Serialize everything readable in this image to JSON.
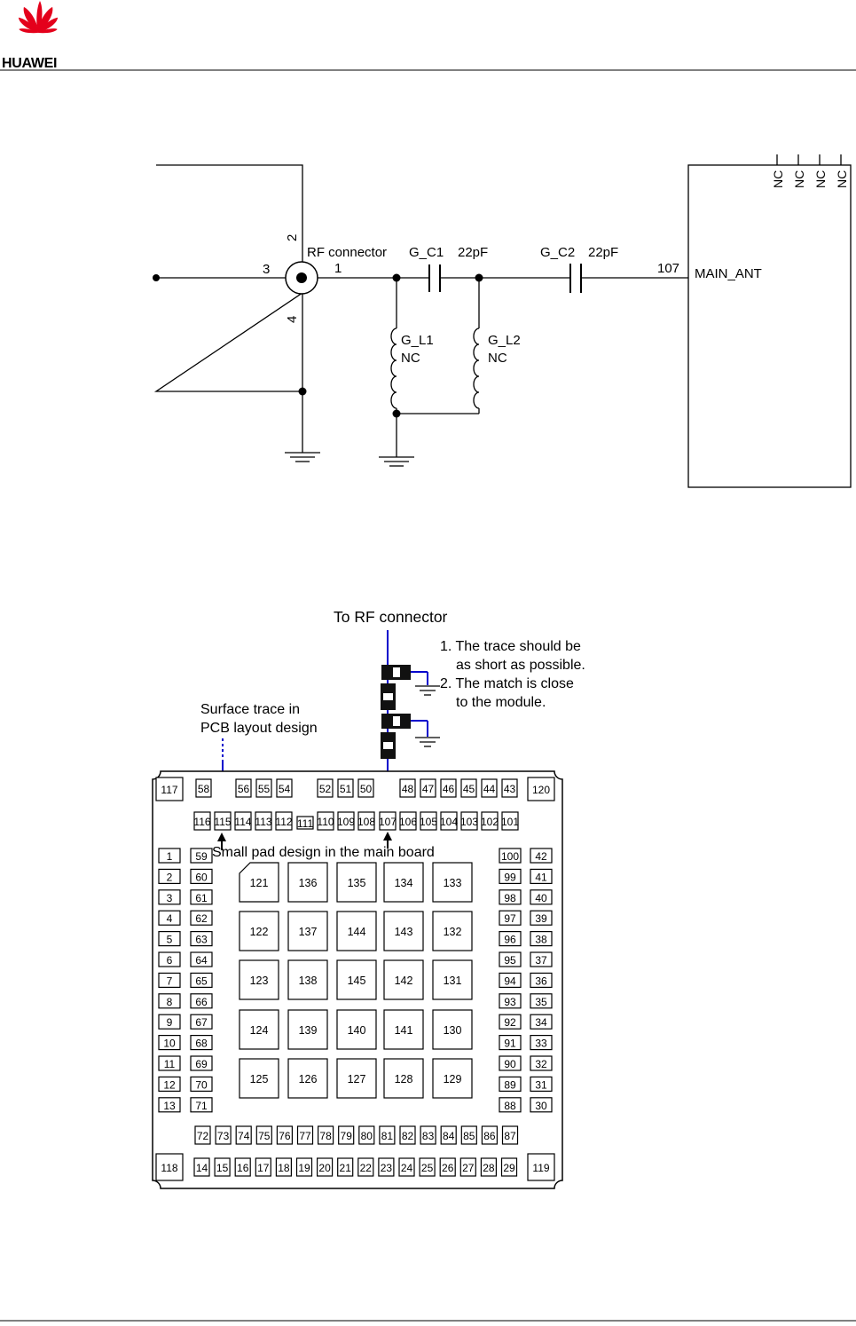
{
  "brand": {
    "name": "HUAWEI",
    "logo_color": "#e4001b"
  },
  "schematic": {
    "connector_label": "RF connector",
    "connector_pins": {
      "pin1": "1",
      "pin2": "2",
      "pin3": "3",
      "pin4": "4"
    },
    "cap1": {
      "name": "G_C1",
      "value": "22pF"
    },
    "cap2": {
      "name": "G_C2",
      "value": "22pF"
    },
    "ind1": {
      "name": "G_L1",
      "value": "NC"
    },
    "ind2": {
      "name": "G_L2",
      "value": "NC"
    },
    "module_pin": "107",
    "module_net": "MAIN_ANT",
    "nc_labels": [
      "NC",
      "NC",
      "NC",
      "NC"
    ]
  },
  "layout": {
    "to_rf": "To RF connector",
    "notes": [
      "1. The trace should be",
      "as short as possible.",
      "2. The match is close",
      "to the module."
    ],
    "surface_trace": [
      "Surface trace in",
      "PCB layout design"
    ],
    "small_pad": "Small  pad design in the main board",
    "trace_color": "#0000cc",
    "pads": {
      "top_row": [
        "117",
        "58",
        "56",
        "55",
        "54",
        "52",
        "51",
        "50",
        "48",
        "47",
        "46",
        "45",
        "44",
        "43",
        "120"
      ],
      "second_row": [
        "116",
        "115",
        "114",
        "113",
        "112",
        "111",
        "110",
        "109",
        "108",
        "107",
        "106",
        "105",
        "104",
        "103",
        "102",
        "101"
      ],
      "left_outer": [
        "1",
        "2",
        "3",
        "4",
        "5",
        "6",
        "7",
        "8",
        "9",
        "10",
        "11",
        "12",
        "13"
      ],
      "left_inner": [
        "59",
        "60",
        "61",
        "62",
        "63",
        "64",
        "65",
        "66",
        "67",
        "68",
        "69",
        "70",
        "71"
      ],
      "right_inner": [
        "100",
        "99",
        "98",
        "97",
        "96",
        "95",
        "94",
        "93",
        "92",
        "91",
        "90",
        "89",
        "88"
      ],
      "right_outer": [
        "42",
        "41",
        "40",
        "39",
        "38",
        "37",
        "36",
        "35",
        "34",
        "33",
        "32",
        "31",
        "30"
      ],
      "bottom_inner": [
        "72",
        "73",
        "74",
        "75",
        "76",
        "77",
        "78",
        "79",
        "80",
        "81",
        "82",
        "83",
        "84",
        "85",
        "86",
        "87"
      ],
      "bottom_outer": [
        "118",
        "14",
        "15",
        "16",
        "17",
        "18",
        "19",
        "20",
        "21",
        "22",
        "23",
        "24",
        "25",
        "26",
        "27",
        "28",
        "29",
        "119"
      ],
      "grid": [
        [
          "121",
          "136",
          "135",
          "134",
          "133"
        ],
        [
          "122",
          "137",
          "144",
          "143",
          "132"
        ],
        [
          "123",
          "138",
          "145",
          "142",
          "131"
        ],
        [
          "124",
          "139",
          "140",
          "141",
          "130"
        ],
        [
          "125",
          "126",
          "127",
          "128",
          "129"
        ]
      ]
    }
  }
}
